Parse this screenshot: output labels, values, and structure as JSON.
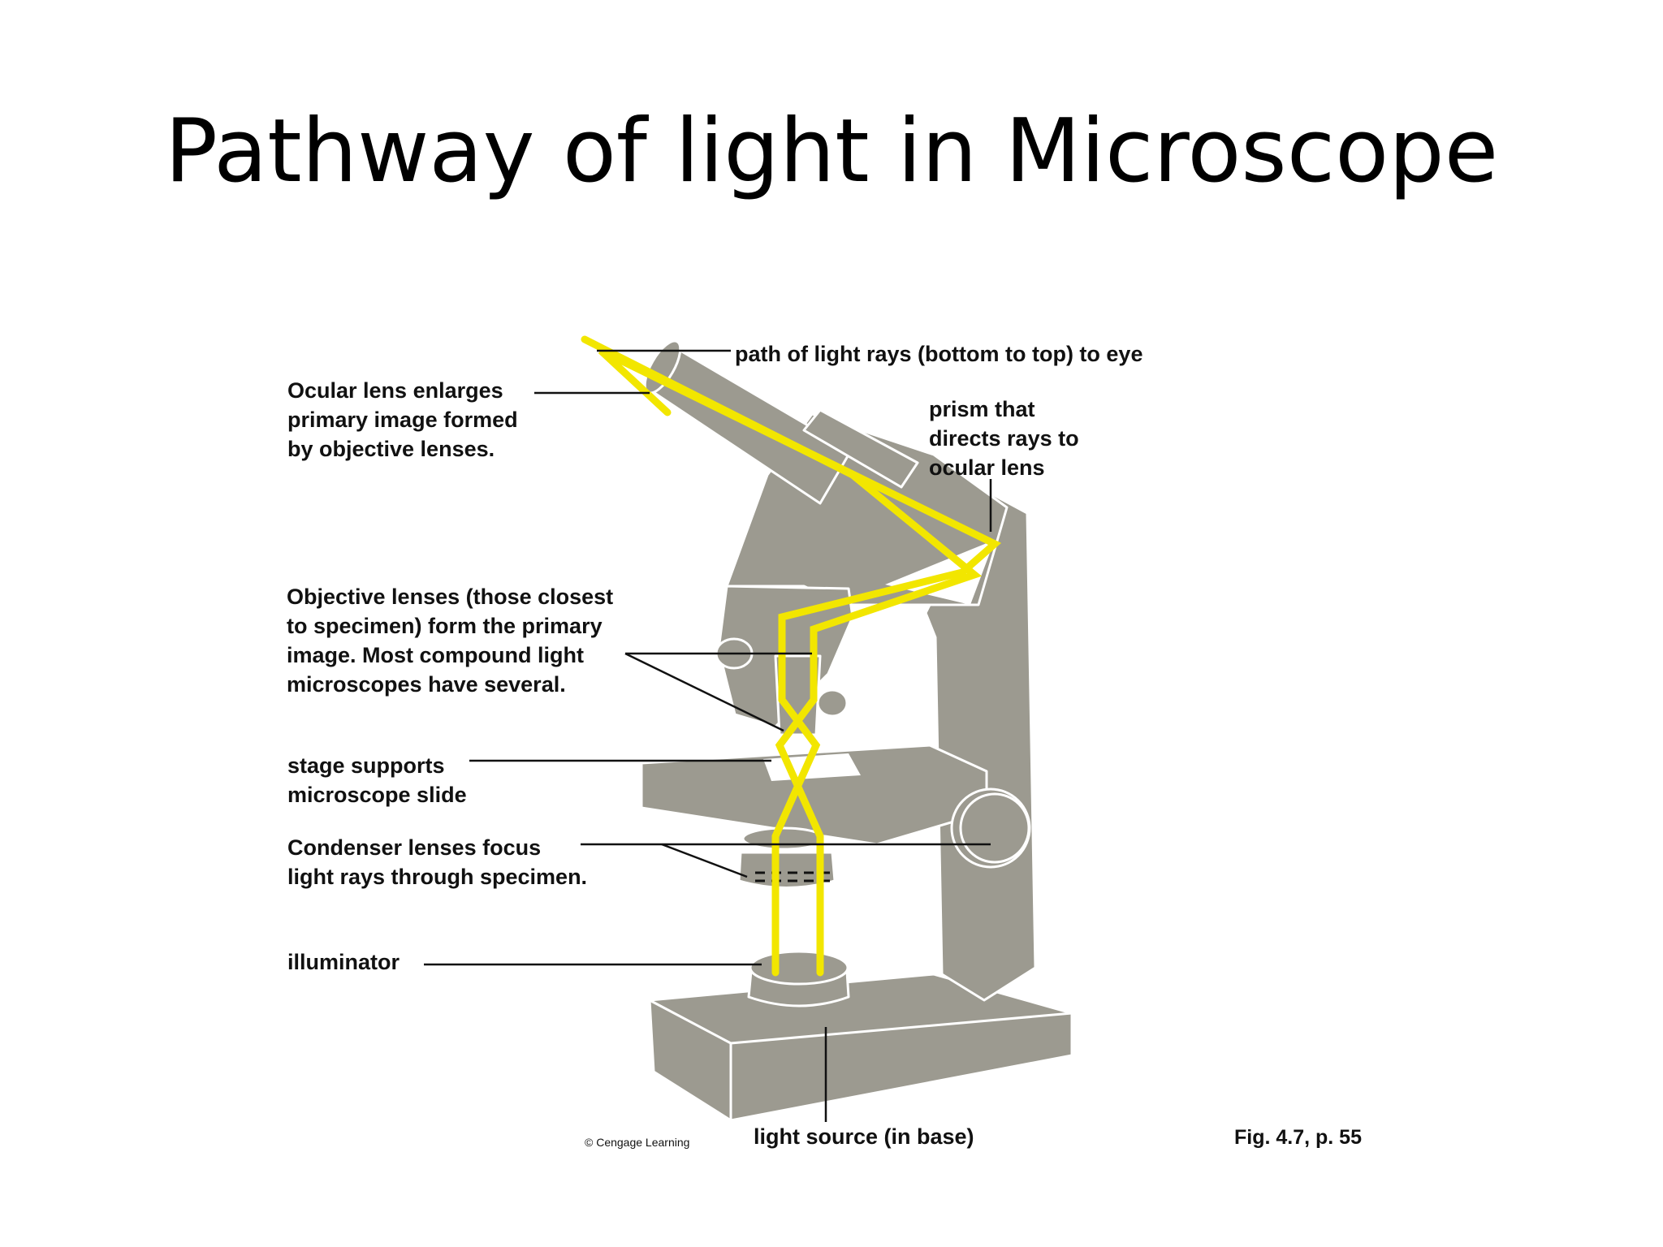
{
  "slide": {
    "title": "Pathway of light in Microscope"
  },
  "labels": {
    "path_of_light": "path of light rays (bottom to top) to eye",
    "ocular_lens": "Ocular lens enlarges\nprimary image formed\nby objective lenses.",
    "prism": "prism that\ndirects rays to\nocular lens",
    "objective_lenses": "Objective lenses (those closest\nto specimen) form the primary\nimage. Most compound light\nmicroscopes have several.",
    "stage": "stage supports\nmicroscope slide",
    "condenser": "Condenser lenses focus\nlight rays through specimen.",
    "illuminator": "illuminator",
    "light_source": "light source (in base)"
  },
  "credits": {
    "copyright": "© Cengage Learning",
    "figure_ref": "Fig. 4.7, p. 55"
  },
  "colors": {
    "microscope_body": "#9c9a90",
    "body_outline": "#ffffff",
    "light_ray": "#f2e600",
    "leader_line": "#111111",
    "background": "#ffffff"
  }
}
